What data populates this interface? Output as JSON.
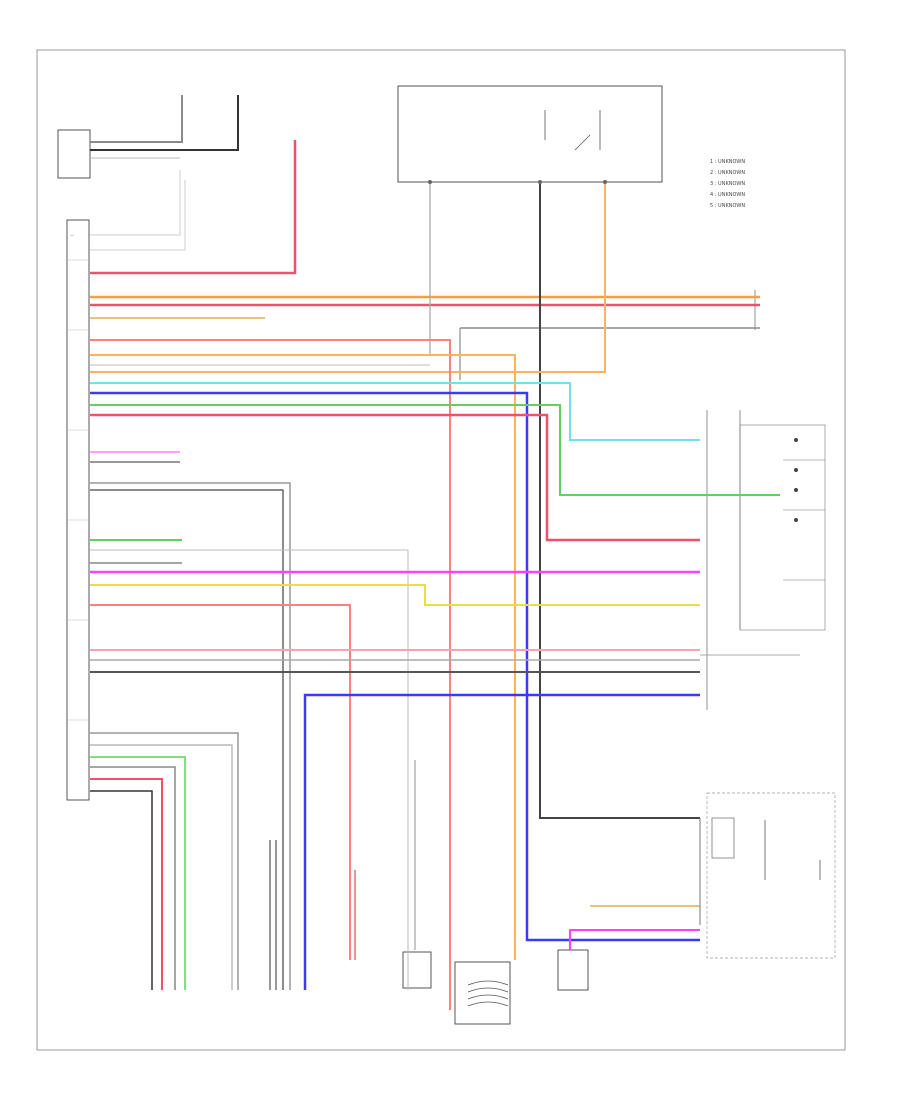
{
  "diagram": {
    "legend": [
      "1 : UNKNOWN",
      "2 : UNKNOWN",
      "3 : UNKNOWN",
      "4 : UNKNOWN",
      "5 : UNKNOWN"
    ],
    "footer_code": "",
    "colors": {
      "red": "#f0506a",
      "pink": "#ff8aa8",
      "orange": "#ff9d3a",
      "salmon": "#ff8080",
      "tan": "#e8c080",
      "cyan": "#70e0f0",
      "blue": "#3a3aff",
      "green": "#60d060",
      "magenta": "#ff40ff",
      "yellow": "#e8e040",
      "gray": "#8a8a8a",
      "black": "#222222"
    }
  }
}
